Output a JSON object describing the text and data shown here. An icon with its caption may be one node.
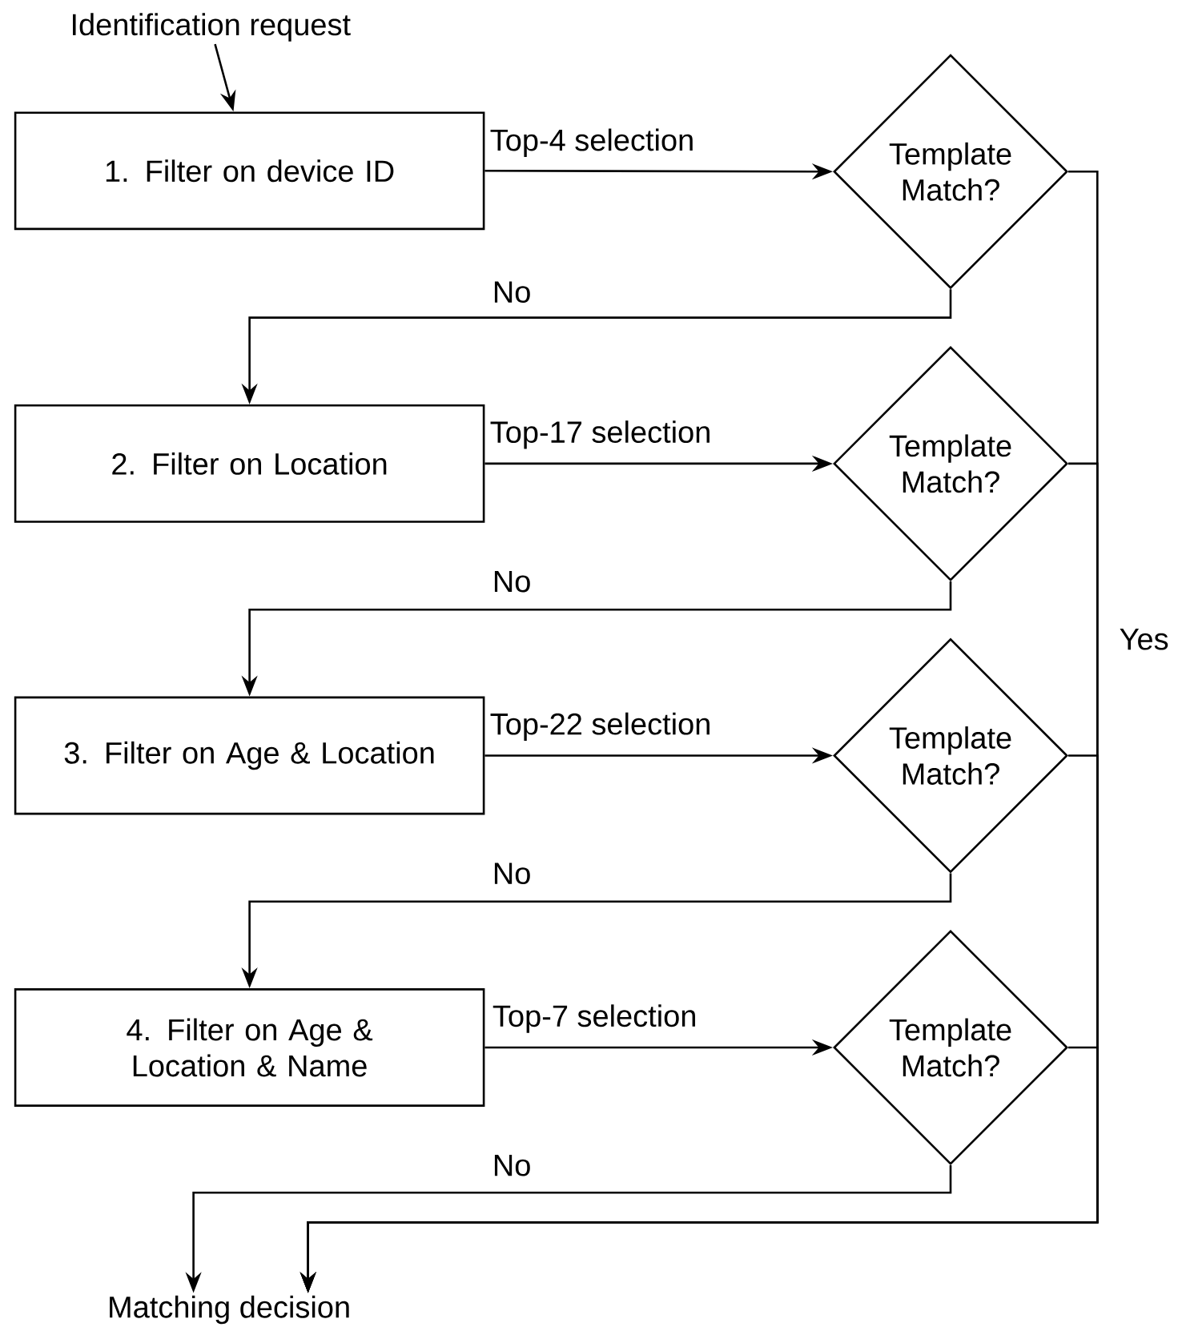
{
  "diagram": {
    "nodes": [
      {
        "text": [
          "Identification request"
        ]
      },
      {
        "text": [
          "1. Filter on device ID"
        ]
      },
      {
        "text": [
          "Template Match?"
        ]
      },
      {
        "text": [
          "2. Filter on Location"
        ]
      },
      {
        "text": [
          "Template Match?"
        ]
      },
      {
        "text": [
          "3. Filter on Age & Location"
        ]
      },
      {
        "text": [
          "Template Match?"
        ]
      },
      {
        "text": [
          "4. Filter on Age & Location & Name"
        ]
      },
      {
        "text": [
          "Template Match?"
        ]
      },
      {
        "text": [
          "Matching decision"
        ]
      }
    ],
    "edges": [
      {
        "from": 0,
        "to": 1,
        "arrow": "to"
      },
      {
        "from": 1,
        "to": 2,
        "arrow": "to",
        "label": "Top-4 selection"
      },
      {
        "from": 2,
        "to": 3,
        "arrow": "to",
        "label": "No"
      },
      {
        "from": 3,
        "to": 4,
        "arrow": "to",
        "label": "Top-17 selection"
      },
      {
        "from": 4,
        "to": 5,
        "arrow": "to",
        "label": "No"
      },
      {
        "from": 5,
        "to": 6,
        "arrow": "to",
        "label": "Top-22 selection"
      },
      {
        "from": 6,
        "to": 7,
        "arrow": "to",
        "label": "No"
      },
      {
        "from": 7,
        "to": 8,
        "arrow": "to",
        "label": "Top-7 selection"
      },
      {
        "from": 8,
        "to": 9,
        "arrow": "to",
        "label": "No"
      },
      {
        "from": 2,
        "to": 9,
        "arrow": "to",
        "label": "Yes"
      },
      {
        "from": 4,
        "to": 9,
        "arrow": "to"
      },
      {
        "from": 6,
        "to": 9,
        "arrow": "to"
      },
      {
        "from": 8,
        "to": 9,
        "arrow": "to"
      }
    ]
  }
}
